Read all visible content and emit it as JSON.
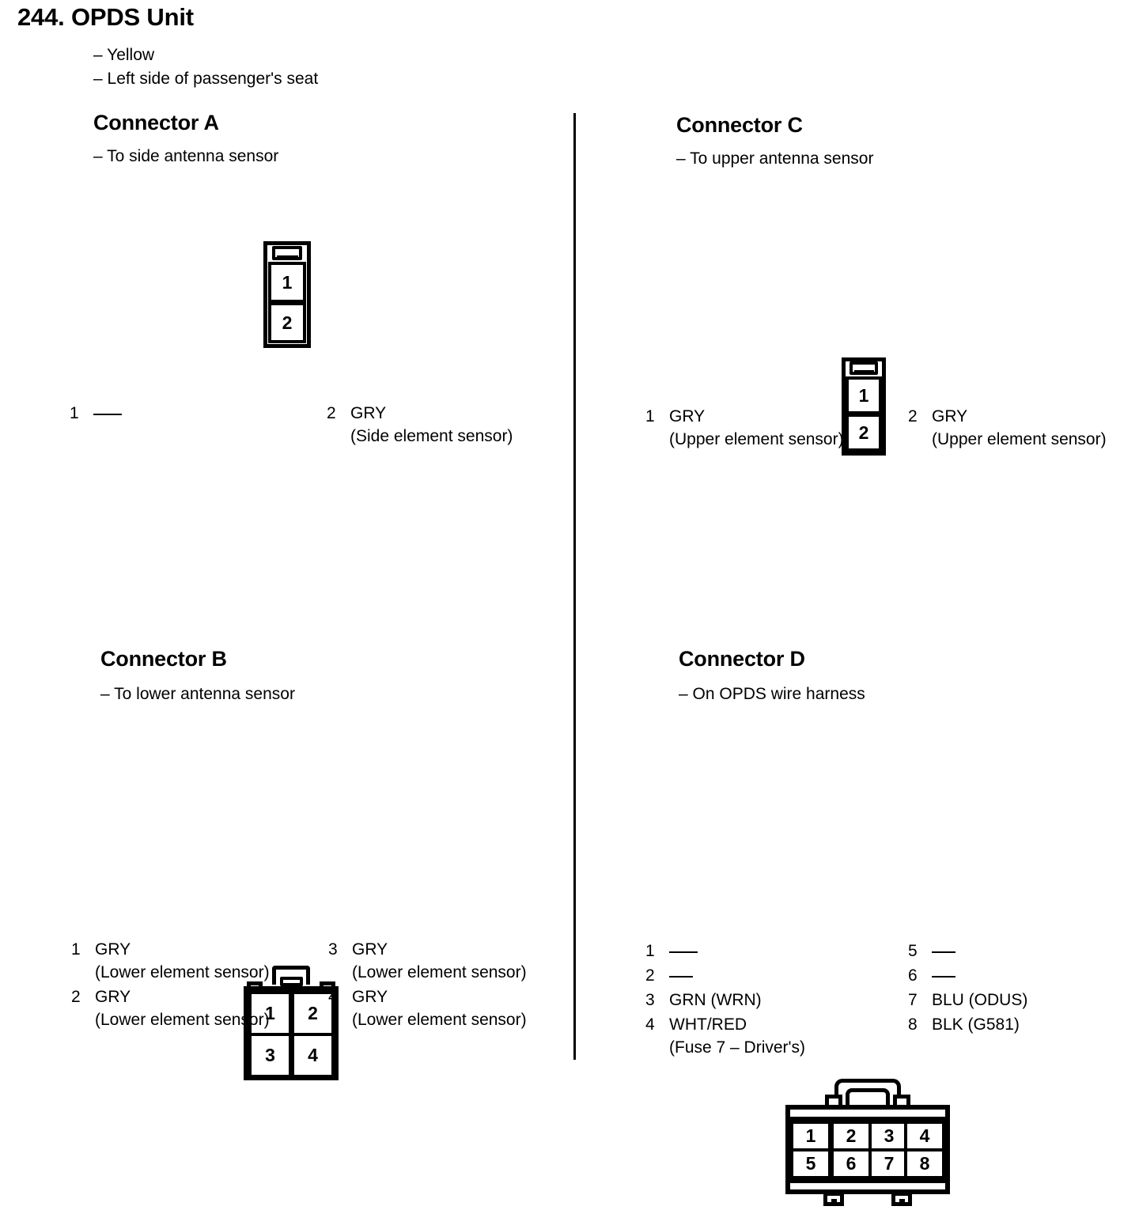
{
  "page": {
    "number": "244.",
    "title": "244. OPDS Unit",
    "bullets": [
      "– Yellow",
      "– Left side of passenger's seat"
    ]
  },
  "connectors": {
    "a": {
      "title": "Connector A",
      "subtitle": "– To side antenna sensor",
      "drawing": {
        "type": "vertical-2-pin",
        "cells": [
          "1",
          "2"
        ]
      },
      "pins_left": [
        {
          "num": "1",
          "wire": "",
          "desc": "",
          "dash": true
        }
      ],
      "pins_right": [
        {
          "num": "2",
          "wire": "GRY",
          "desc": "(Side element sensor)",
          "dash": false
        }
      ]
    },
    "c": {
      "title": "Connector C",
      "subtitle": "– To upper antenna sensor",
      "drawing": {
        "type": "vertical-2-pin",
        "cells": [
          "1",
          "2"
        ]
      },
      "pins_left": [
        {
          "num": "1",
          "wire": "GRY",
          "desc": "(Upper element sensor)",
          "dash": false
        }
      ],
      "pins_right": [
        {
          "num": "2",
          "wire": "GRY",
          "desc": "(Upper element sensor)",
          "dash": false
        }
      ]
    },
    "b": {
      "title": "Connector B",
      "subtitle": "– To lower antenna sensor",
      "drawing": {
        "type": "grid-2x2",
        "cells": [
          "1",
          "2",
          "3",
          "4"
        ]
      },
      "pins_left": [
        {
          "num": "1",
          "wire": "GRY",
          "desc": "(Lower element sensor)",
          "dash": false
        },
        {
          "num": "2",
          "wire": "GRY",
          "desc": "(Lower element sensor)",
          "dash": false
        }
      ],
      "pins_right": [
        {
          "num": "3",
          "wire": "GRY",
          "desc": "(Lower element sensor)",
          "dash": false
        },
        {
          "num": "4",
          "wire": "GRY",
          "desc": "(Lower element sensor)",
          "dash": false
        }
      ]
    },
    "d": {
      "title": "Connector D",
      "subtitle": "– On OPDS wire harness",
      "drawing": {
        "type": "grid-4x2",
        "cells": [
          "1",
          "2",
          "3",
          "4",
          "5",
          "6",
          "7",
          "8"
        ]
      },
      "pins_left": [
        {
          "num": "1",
          "wire": "",
          "desc": "",
          "dash": true
        },
        {
          "num": "2",
          "wire": "",
          "desc": "",
          "dash": true
        },
        {
          "num": "3",
          "wire": "GRN (WRN)",
          "desc": "",
          "dash": false
        },
        {
          "num": "4",
          "wire": "WHT/RED",
          "desc": "(Fuse 7 – Driver's)",
          "dash": false
        }
      ],
      "pins_right": [
        {
          "num": "5",
          "wire": "",
          "desc": "",
          "dash": true
        },
        {
          "num": "6",
          "wire": "",
          "desc": "",
          "dash": true
        },
        {
          "num": "7",
          "wire": "BLU (ODUS)",
          "desc": "",
          "dash": false
        },
        {
          "num": "8",
          "wire": "BLK (G581)",
          "desc": "",
          "dash": false
        }
      ]
    }
  },
  "colors": {
    "ink": "#000000",
    "paper": "#ffffff"
  }
}
